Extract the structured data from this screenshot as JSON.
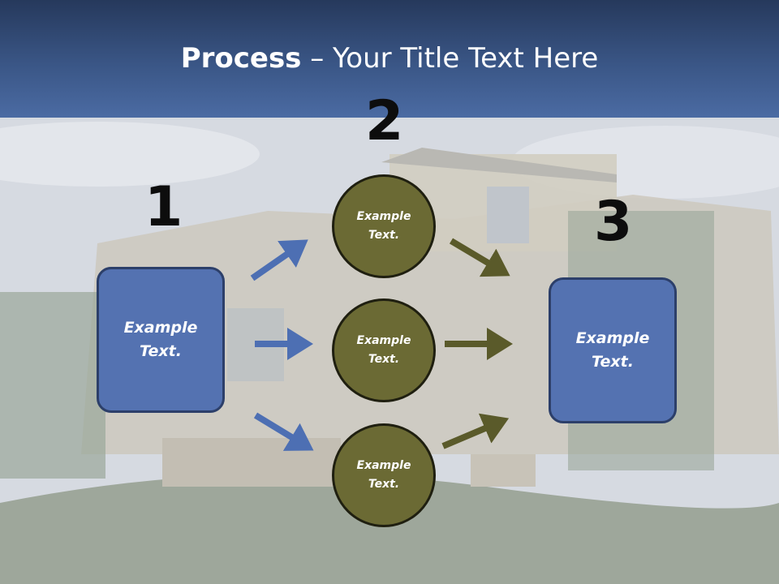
{
  "slide": {
    "title_bold": "Process",
    "title_rest": " – Your Title Text Here",
    "steps": {
      "one": "1",
      "two": "2",
      "three": "3"
    },
    "left_box": "Example\nText.",
    "right_box": "Example\nText.",
    "circles": [
      "Example\nText.",
      "Example\nText.",
      "Example\nText."
    ]
  },
  "colors": {
    "header": "#3a5686",
    "box_fill": "#5472b1",
    "circle_fill": "#6b6a34",
    "arrow_blue": "#4d6fb3",
    "arrow_olive": "#5a5a2a"
  }
}
